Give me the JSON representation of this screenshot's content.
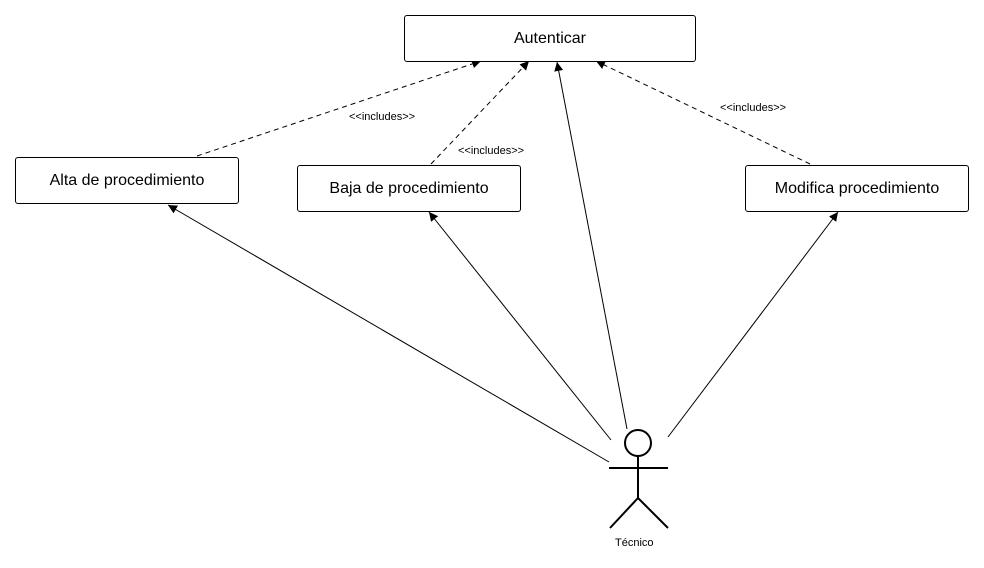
{
  "use_cases": {
    "autenticar": "Autenticar",
    "alta": "Alta de procedimiento",
    "baja": "Baja de procedimiento",
    "modifica": "Modifica procedimiento"
  },
  "relations": {
    "include_alta": "<<includes>>",
    "include_baja": "<<includes>>",
    "include_modifica": "<<includes>>"
  },
  "actor": {
    "name": "Técnico",
    "icon": "stick-figure-icon"
  }
}
